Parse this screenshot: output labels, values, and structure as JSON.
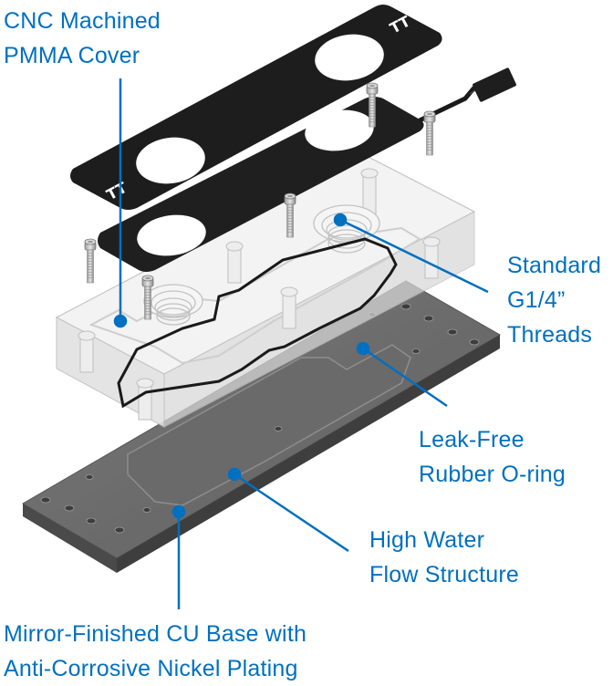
{
  "diagram": {
    "title": "Water block exploded view",
    "accent_color": "#0070c0",
    "callouts": [
      {
        "id": "cover",
        "lines": [
          "CNC Machined",
          "PMMA Cover"
        ]
      },
      {
        "id": "threads",
        "lines": [
          "Standard",
          "G1/4”",
          "Threads"
        ]
      },
      {
        "id": "oring",
        "lines": [
          "Leak-Free",
          "Rubber O-ring"
        ]
      },
      {
        "id": "flow",
        "lines": [
          "High Water",
          "Flow Structure"
        ]
      },
      {
        "id": "base",
        "lines": [
          "Mirror-Finished CU Base with",
          "Anti-Corrosive Nickel Plating"
        ]
      }
    ],
    "logo_glyph": "TT"
  }
}
